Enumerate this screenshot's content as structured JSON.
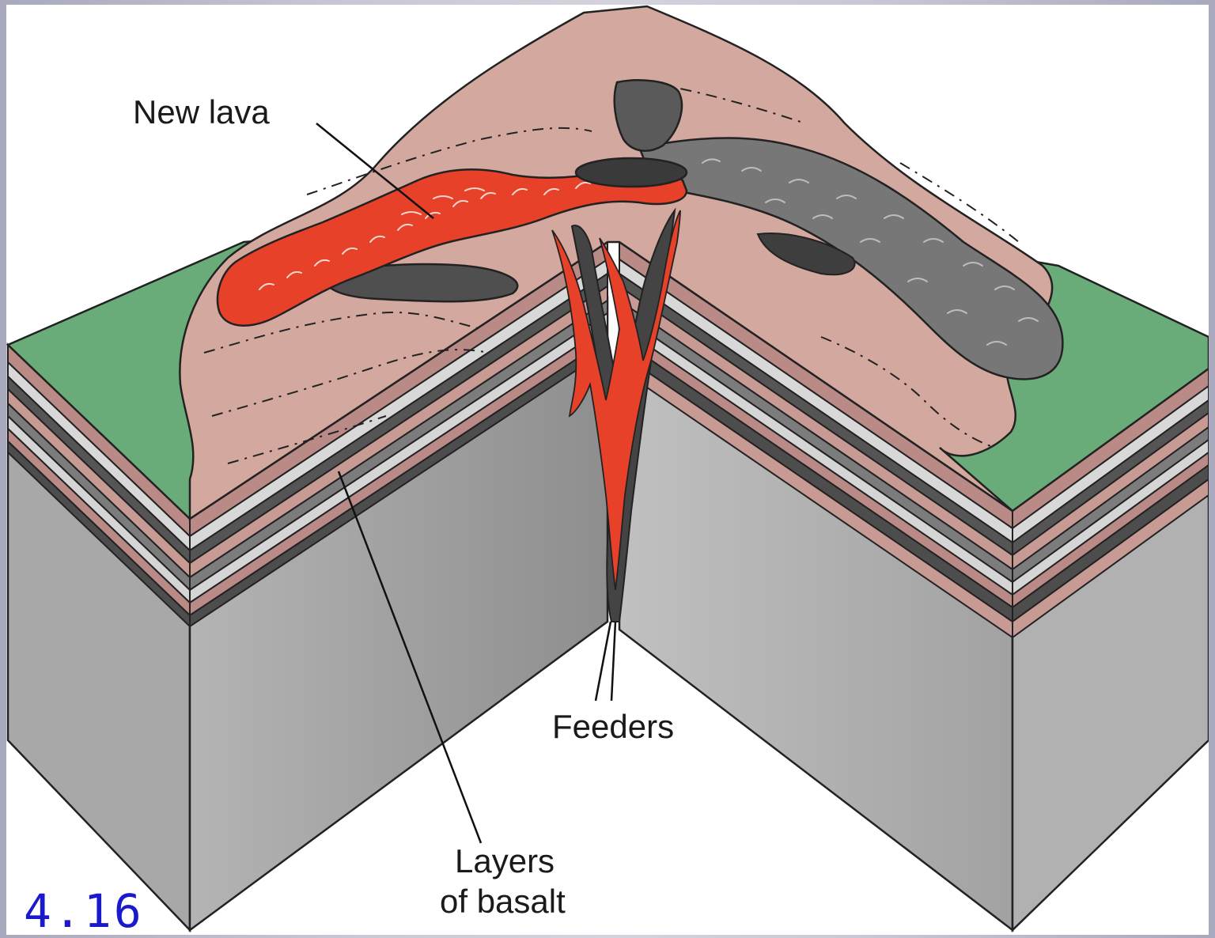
{
  "figure": {
    "number": "4.16",
    "number_color": "#1a1acc"
  },
  "labels": {
    "new_lava": "New lava",
    "feeders": "Feeders",
    "layers_line1": "Layers",
    "layers_line2": "of basalt"
  },
  "colors": {
    "background_frame": "#b9b9cb",
    "new_lava": "#e8412a",
    "old_lava": "#6e6e6e",
    "dark_lava": "#4a4a4a",
    "volcano_surface": "#d3a89e",
    "grass": "#6aab7a",
    "block_side": "#a8a8a8",
    "layer_pink": "#b98a86",
    "layer_light": "#d5d5d5",
    "layer_dark": "#555555"
  }
}
